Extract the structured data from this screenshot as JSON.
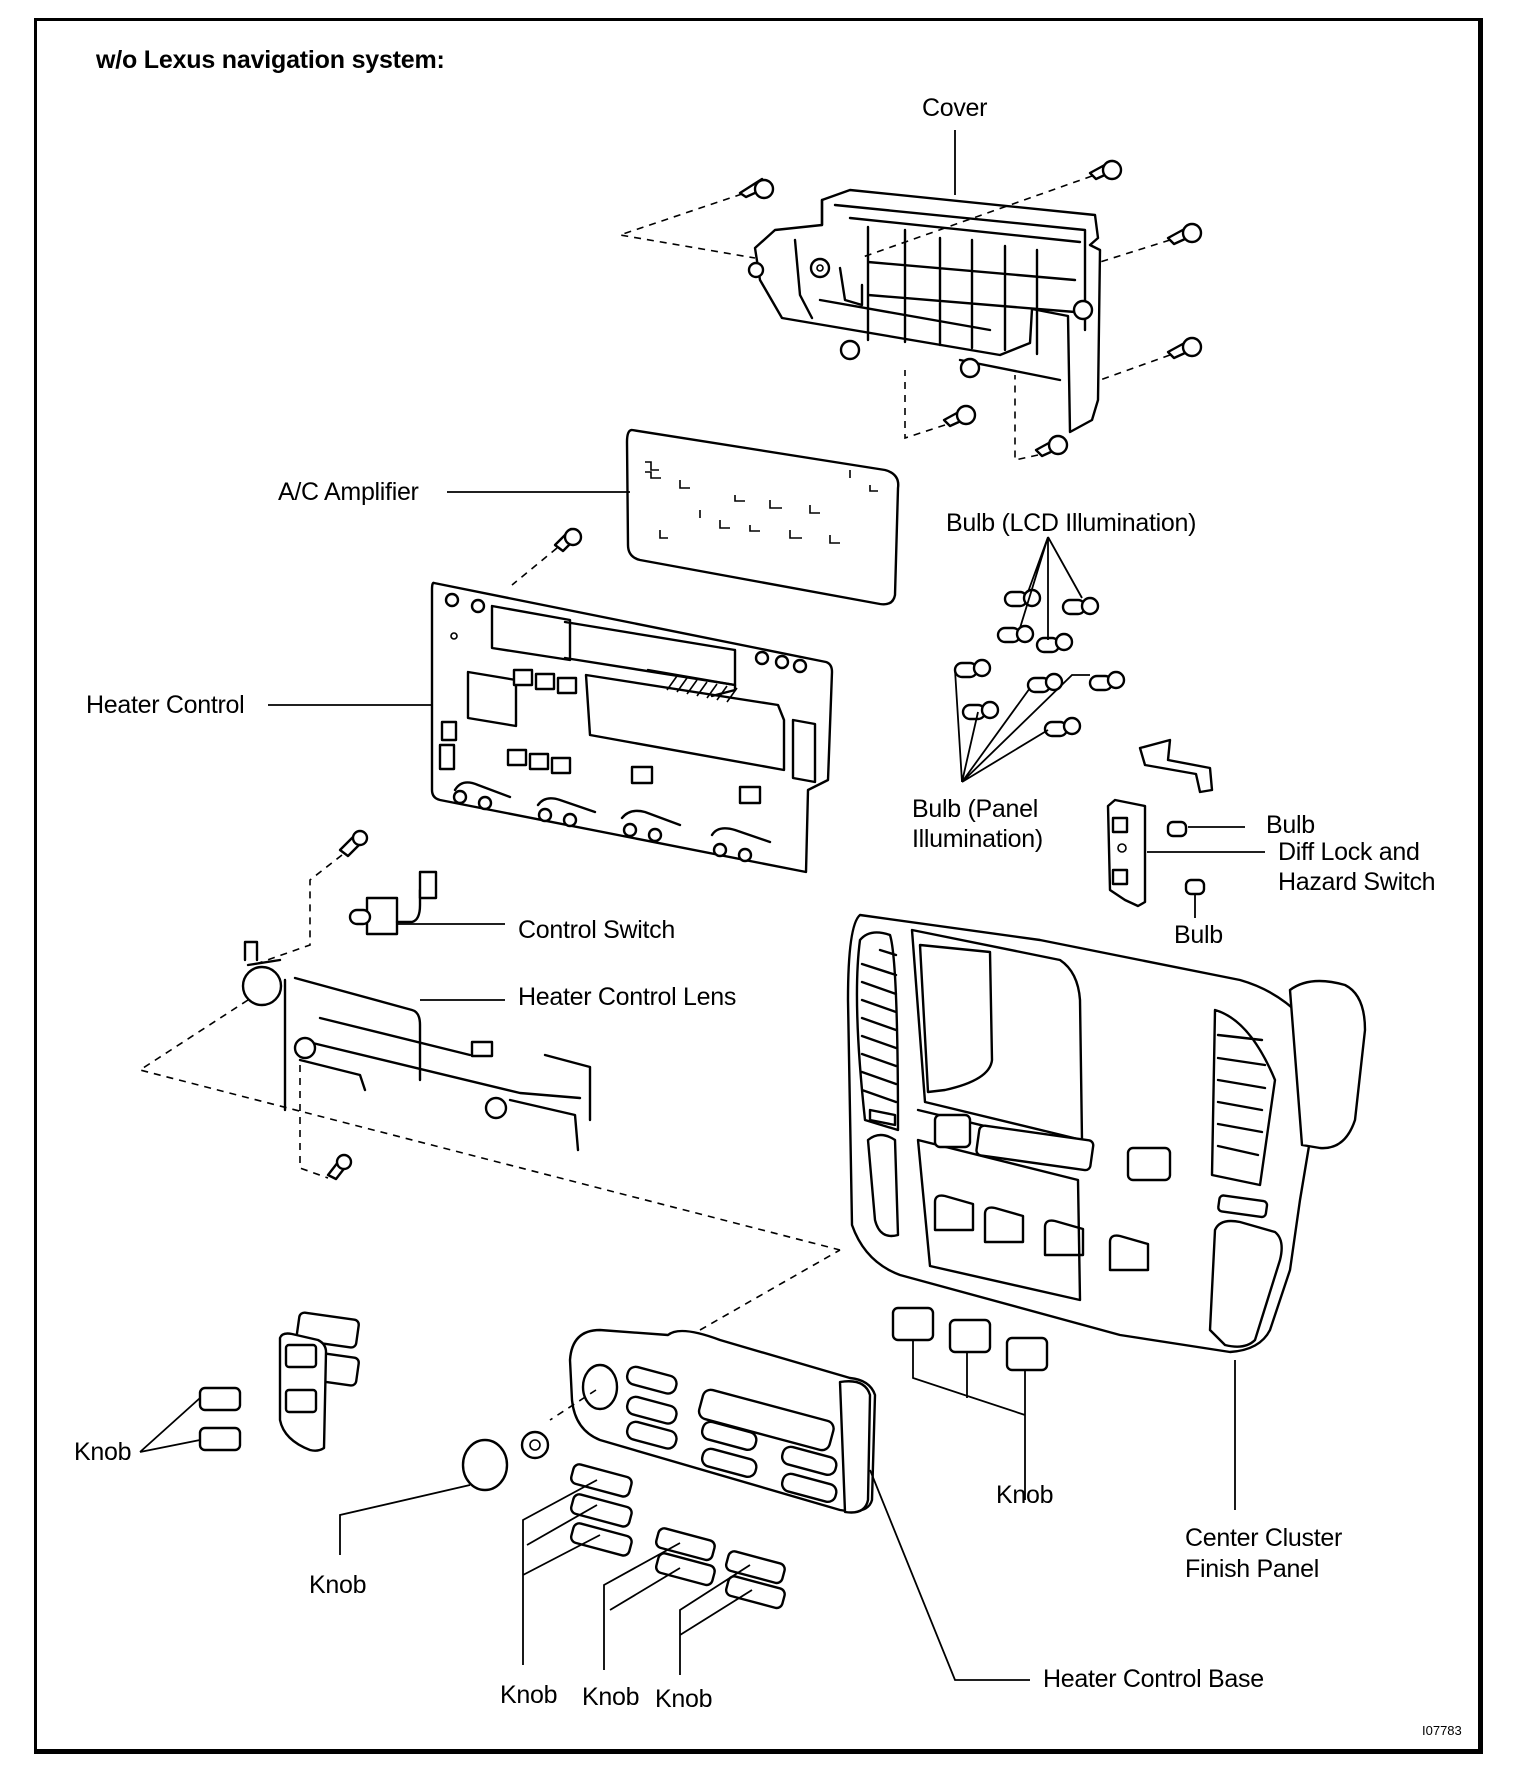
{
  "diagram": {
    "title": "w/o Lexus navigation system:",
    "figure_id": "I07783",
    "labels": {
      "cover": "Cover",
      "ac_amplifier": "A/C Amplifier",
      "bulb_lcd": "Bulb (LCD Illumination)",
      "heater_control": "Heater Control",
      "bulb_panel_1": "Bulb (Panel",
      "bulb_panel_2": "Illumination)",
      "bulb_a": "Bulb",
      "diff_lock_1": "Diff Lock and",
      "diff_lock_2": "Hazard Switch",
      "bulb_b": "Bulb",
      "control_switch": "Control Switch",
      "heater_control_lens": "Heater Control Lens",
      "knob_left": "Knob",
      "knob_round": "Knob",
      "knob_right": "Knob",
      "knob_bottom_1": "Knob",
      "knob_bottom_2": "Knob",
      "knob_bottom_3": "Knob",
      "center_cluster_1": "Center Cluster",
      "center_cluster_2": "Finish Panel",
      "heater_control_base": "Heater Control Base"
    }
  }
}
